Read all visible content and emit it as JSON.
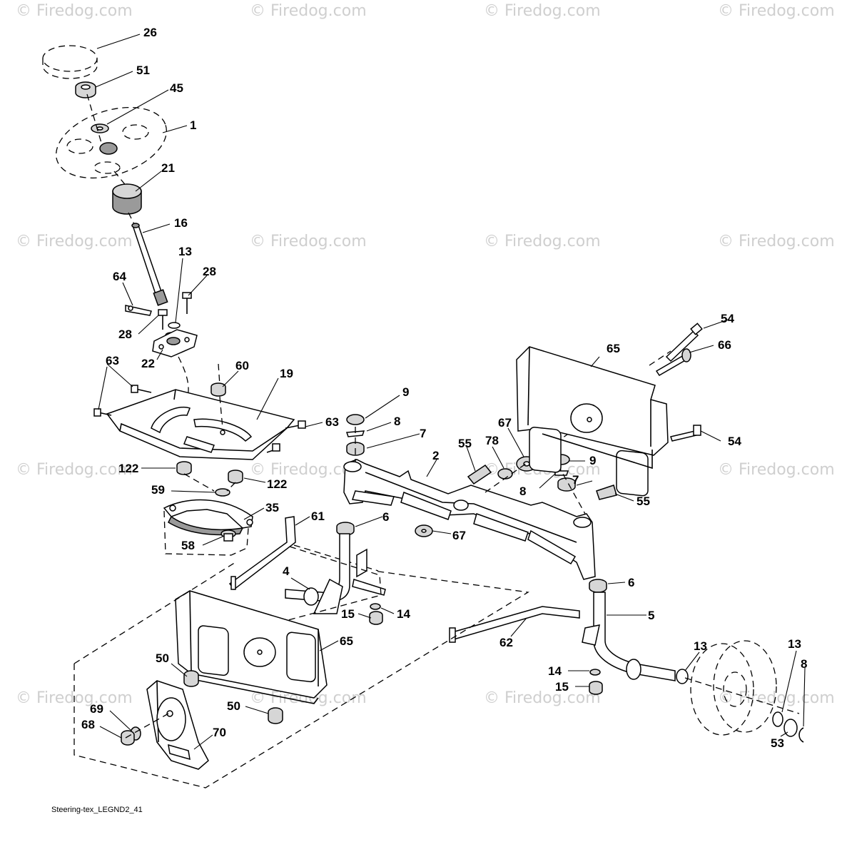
{
  "watermark": "© Firedog.com",
  "diagram_id": "Steering-tex_LEGND2_41",
  "callouts": [
    "26",
    "51",
    "45",
    "1",
    "21",
    "16",
    "13",
    "28",
    "64",
    "28",
    "22",
    "63",
    "60",
    "19",
    "9",
    "8",
    "7",
    "65",
    "54",
    "66",
    "67",
    "78",
    "2",
    "55",
    "9",
    "8",
    "7",
    "55",
    "63",
    "122",
    "122",
    "59",
    "35",
    "61",
    "6",
    "67",
    "58",
    "4",
    "15",
    "14",
    "6",
    "5",
    "62",
    "13",
    "13",
    "8",
    "65",
    "50",
    "14",
    "15",
    "50",
    "69",
    "68",
    "70",
    "53",
    "54"
  ]
}
